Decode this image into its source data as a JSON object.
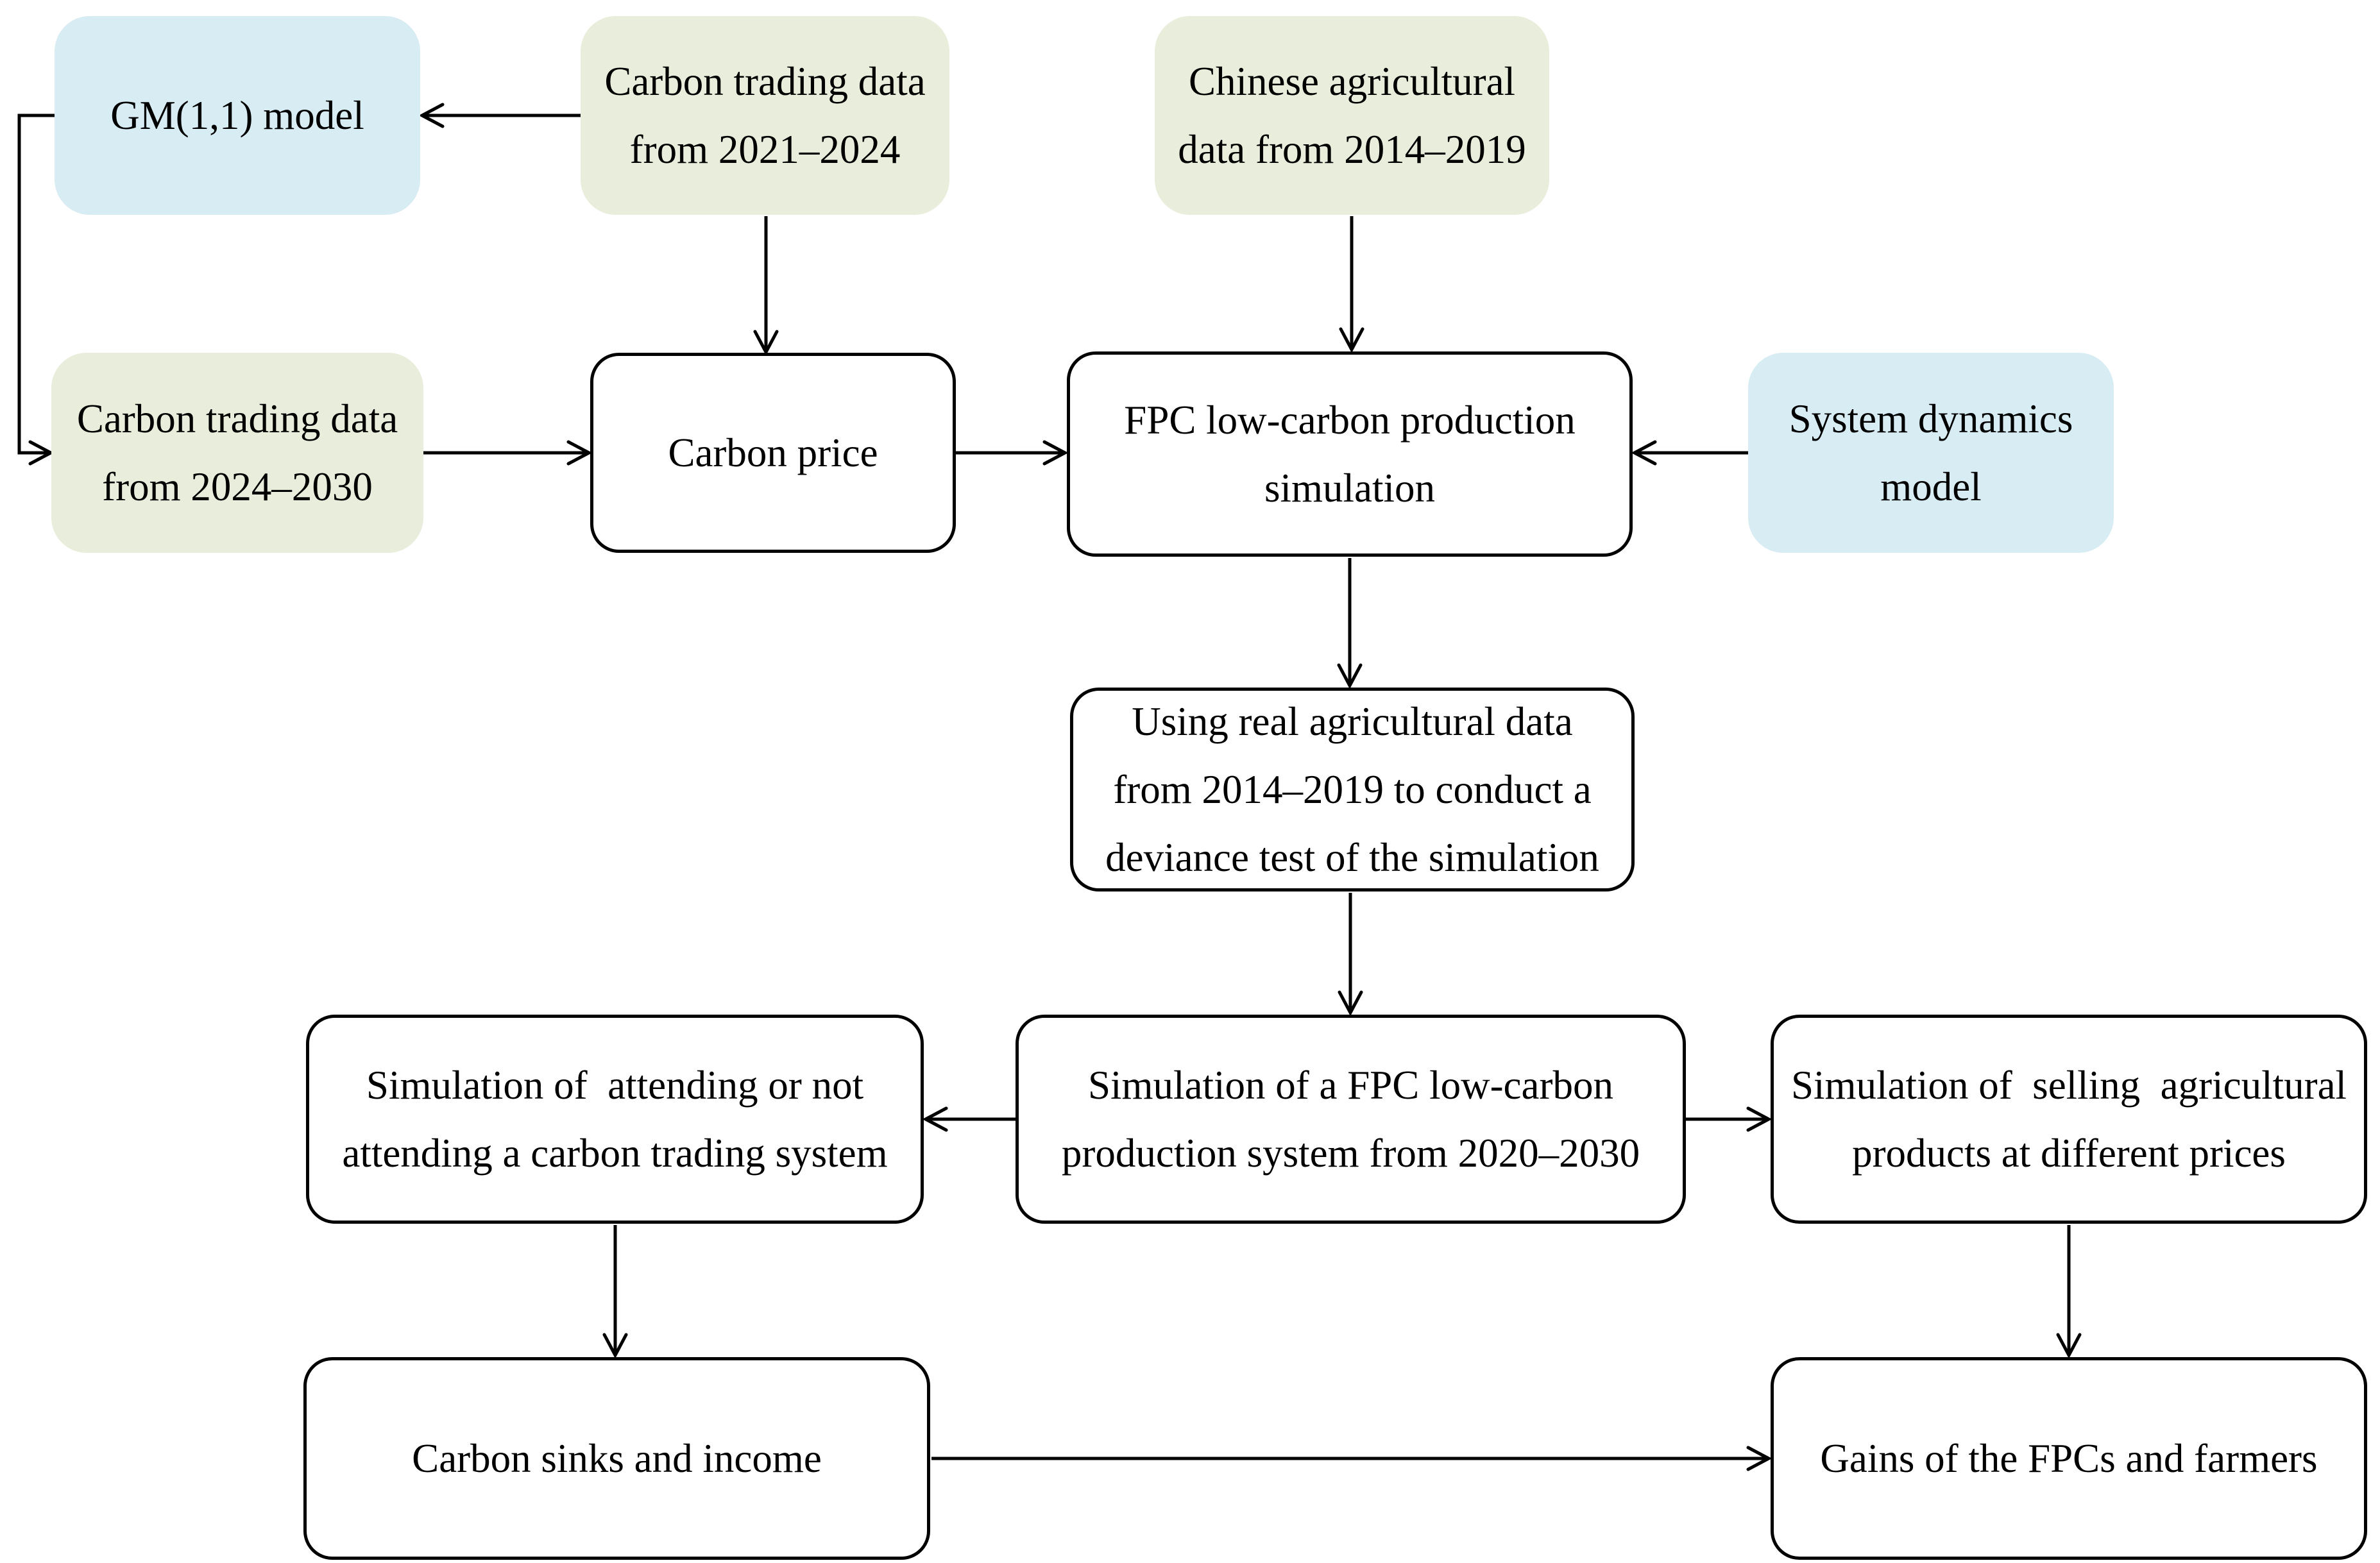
{
  "figure": {
    "type": "flowchart",
    "background": "#ffffff",
    "colors": {
      "data_box_green": "#e8eedb",
      "model_box_blue": "#d8ecf4",
      "process_box_fill": "#ffffff",
      "stroke": "#000000",
      "text": "#000000"
    },
    "nodes": {
      "gm_model": {
        "label": "GM(1,1) model",
        "kind": "model"
      },
      "carbon_trading_2021_2024": {
        "label": "Carbon trading data\nfrom 2021–2024",
        "kind": "data"
      },
      "chinese_agricultural_data": {
        "label": "Chinese agricultural\ndata from 2014–2019",
        "kind": "data"
      },
      "carbon_trading_2024_2030": {
        "label": "Carbon trading data\nfrom 2024–2030",
        "kind": "data"
      },
      "carbon_price": {
        "label": "Carbon price",
        "kind": "process"
      },
      "fpc_simulation": {
        "label": "FPC low-carbon production\nsimulation",
        "kind": "process"
      },
      "system_dynamics_model": {
        "label": "System dynamics\nmodel",
        "kind": "model"
      },
      "deviance_test": {
        "label": "Using real agricultural data\nfrom 2014–2019 to conduct a\ndeviance test of the simulation",
        "kind": "process"
      },
      "simulation_attending": {
        "label": "Simulation of  attending or not\nattending a carbon trading system",
        "kind": "process"
      },
      "simulation_2020_2030": {
        "label": "Simulation of a FPC low-carbon\nproduction system from 2020–2030",
        "kind": "process"
      },
      "simulation_selling": {
        "label": "Simulation of  selling  agricultural\nproducts at different prices",
        "kind": "process"
      },
      "carbon_sinks_income": {
        "label": "Carbon sinks and income",
        "kind": "process"
      },
      "gains_fpcs_farmers": {
        "label": "Gains of the FPCs and farmers",
        "kind": "process"
      }
    },
    "edges": [
      {
        "from": "carbon_trading_2021_2024",
        "to": "gm_model"
      },
      {
        "from": "gm_model",
        "to": "carbon_trading_2024_2030"
      },
      {
        "from": "carbon_trading_2021_2024",
        "to": "carbon_price"
      },
      {
        "from": "carbon_trading_2024_2030",
        "to": "carbon_price"
      },
      {
        "from": "carbon_price",
        "to": "fpc_simulation"
      },
      {
        "from": "chinese_agricultural_data",
        "to": "fpc_simulation"
      },
      {
        "from": "system_dynamics_model",
        "to": "fpc_simulation"
      },
      {
        "from": "fpc_simulation",
        "to": "deviance_test"
      },
      {
        "from": "deviance_test",
        "to": "simulation_2020_2030"
      },
      {
        "from": "simulation_2020_2030",
        "to": "simulation_attending"
      },
      {
        "from": "simulation_2020_2030",
        "to": "simulation_selling"
      },
      {
        "from": "simulation_attending",
        "to": "carbon_sinks_income"
      },
      {
        "from": "simulation_selling",
        "to": "gains_fpcs_farmers"
      },
      {
        "from": "carbon_sinks_income",
        "to": "gains_fpcs_farmers"
      }
    ]
  }
}
